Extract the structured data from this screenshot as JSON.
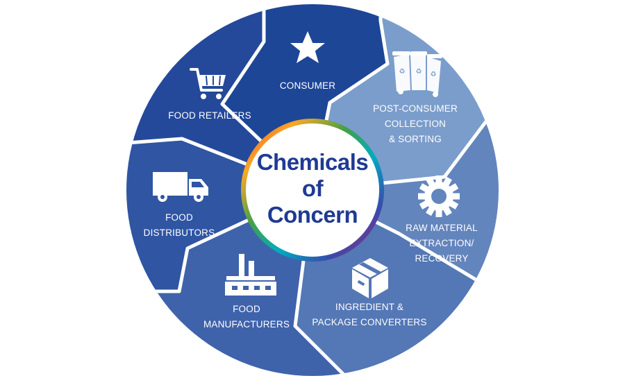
{
  "center": {
    "lines": [
      "Chemicals",
      "of",
      "Concern"
    ],
    "text_color": "#1f3a93"
  },
  "segments": [
    {
      "id": "consumer",
      "lines": [
        "CONSUMER"
      ],
      "icon": "star-icon",
      "color": "#1e4696"
    },
    {
      "id": "post-consumer",
      "lines": [
        "POST-CONSUMER",
        "COLLECTION",
        "& SORTING"
      ],
      "icon": "recycling-bins-icon",
      "color": "#7b9dcb"
    },
    {
      "id": "raw-material",
      "lines": [
        "RAW MATERIAL",
        "EXTRACTION/",
        "RECOVERY"
      ],
      "icon": "gear-icon",
      "color": "#6385bd"
    },
    {
      "id": "ingredient",
      "lines": [
        "INGREDIENT &",
        "PACKAGE CONVERTERS"
      ],
      "icon": "box-icon",
      "color": "#5477b5"
    },
    {
      "id": "food-manufacturers",
      "lines": [
        "FOOD",
        "MANUFACTURERS"
      ],
      "icon": "factory-icon",
      "color": "#3f63ab"
    },
    {
      "id": "food-distributors",
      "lines": [
        "FOOD",
        "DISTRIBUTORS"
      ],
      "icon": "truck-icon",
      "color": "#2f55a3"
    },
    {
      "id": "food-retailers",
      "lines": [
        "FOOD RETAILERS"
      ],
      "icon": "shopping-cart-icon",
      "color": "#24499a"
    }
  ],
  "colors": {
    "divider": "#ffffff",
    "center_fill": "#ffffff"
  }
}
